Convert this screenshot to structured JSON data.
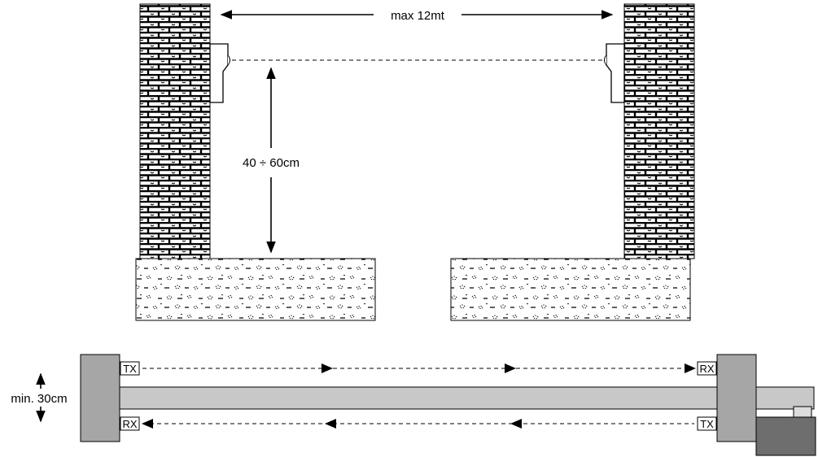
{
  "top": {
    "distance_label": "max 12mt",
    "height_label": "40 ÷ 60cm"
  },
  "bottom": {
    "clearance_label": "min. 30cm",
    "left_upper_tag": "TX",
    "left_lower_tag": "RX",
    "right_upper_tag": "RX",
    "right_lower_tag": "TX"
  },
  "colors": {
    "post": "#a6a6a6",
    "beam": "#c8c8c8",
    "motor": "#6e6e6e",
    "line": "#000000"
  }
}
